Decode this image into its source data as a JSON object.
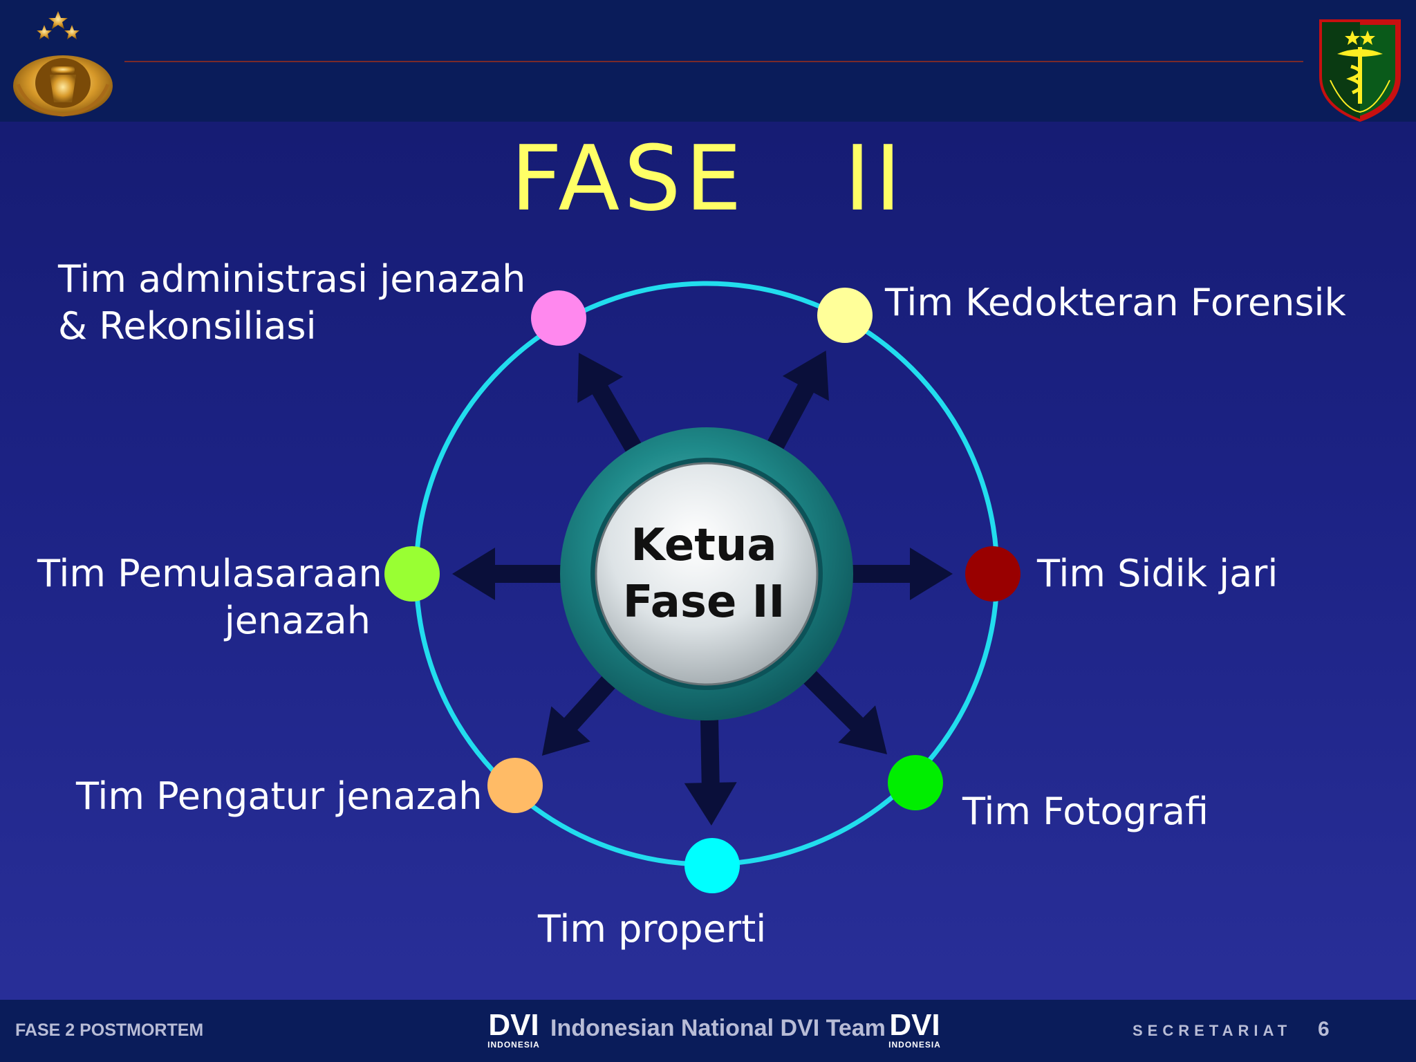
{
  "title": "FASE   II",
  "center": {
    "line1": "Ketua",
    "line2": "Fase II"
  },
  "nodes": [
    {
      "id": "admin",
      "lines": [
        "Tim administrasi jenazah",
        "&  Rekonsiliasi"
      ],
      "color": "#ff88ee"
    },
    {
      "id": "forensik",
      "lines": [
        "Tim Kedokteran Forensik"
      ],
      "color": "#ffff99"
    },
    {
      "id": "sidik",
      "lines": [
        "Tim Sidik jari"
      ],
      "color": "#990000"
    },
    {
      "id": "fotografi",
      "lines": [
        "Tim Fotografi"
      ],
      "color": "#00ee00"
    },
    {
      "id": "properti",
      "lines": [
        "Tim properti"
      ],
      "color": "#00ffff"
    },
    {
      "id": "pengatur",
      "lines": [
        "Tim Pengatur jenazah"
      ],
      "color": "#ffbb66"
    },
    {
      "id": "pemulasaraan",
      "lines": [
        "Tim Pemulasaraan",
        "jenazah"
      ],
      "color": "#99ff33"
    }
  ],
  "colors": {
    "ring": "#22ddee",
    "title": "#ffff66",
    "arrow": "#0a0f3a"
  },
  "footer": {
    "left": "FASE 2 POSTMORTEM",
    "center": "Indonesian National DVI Team",
    "dvi_word": "DVI",
    "dvi_sub": "INDONESIA",
    "right": "SECRETARIAT",
    "page": "6"
  }
}
